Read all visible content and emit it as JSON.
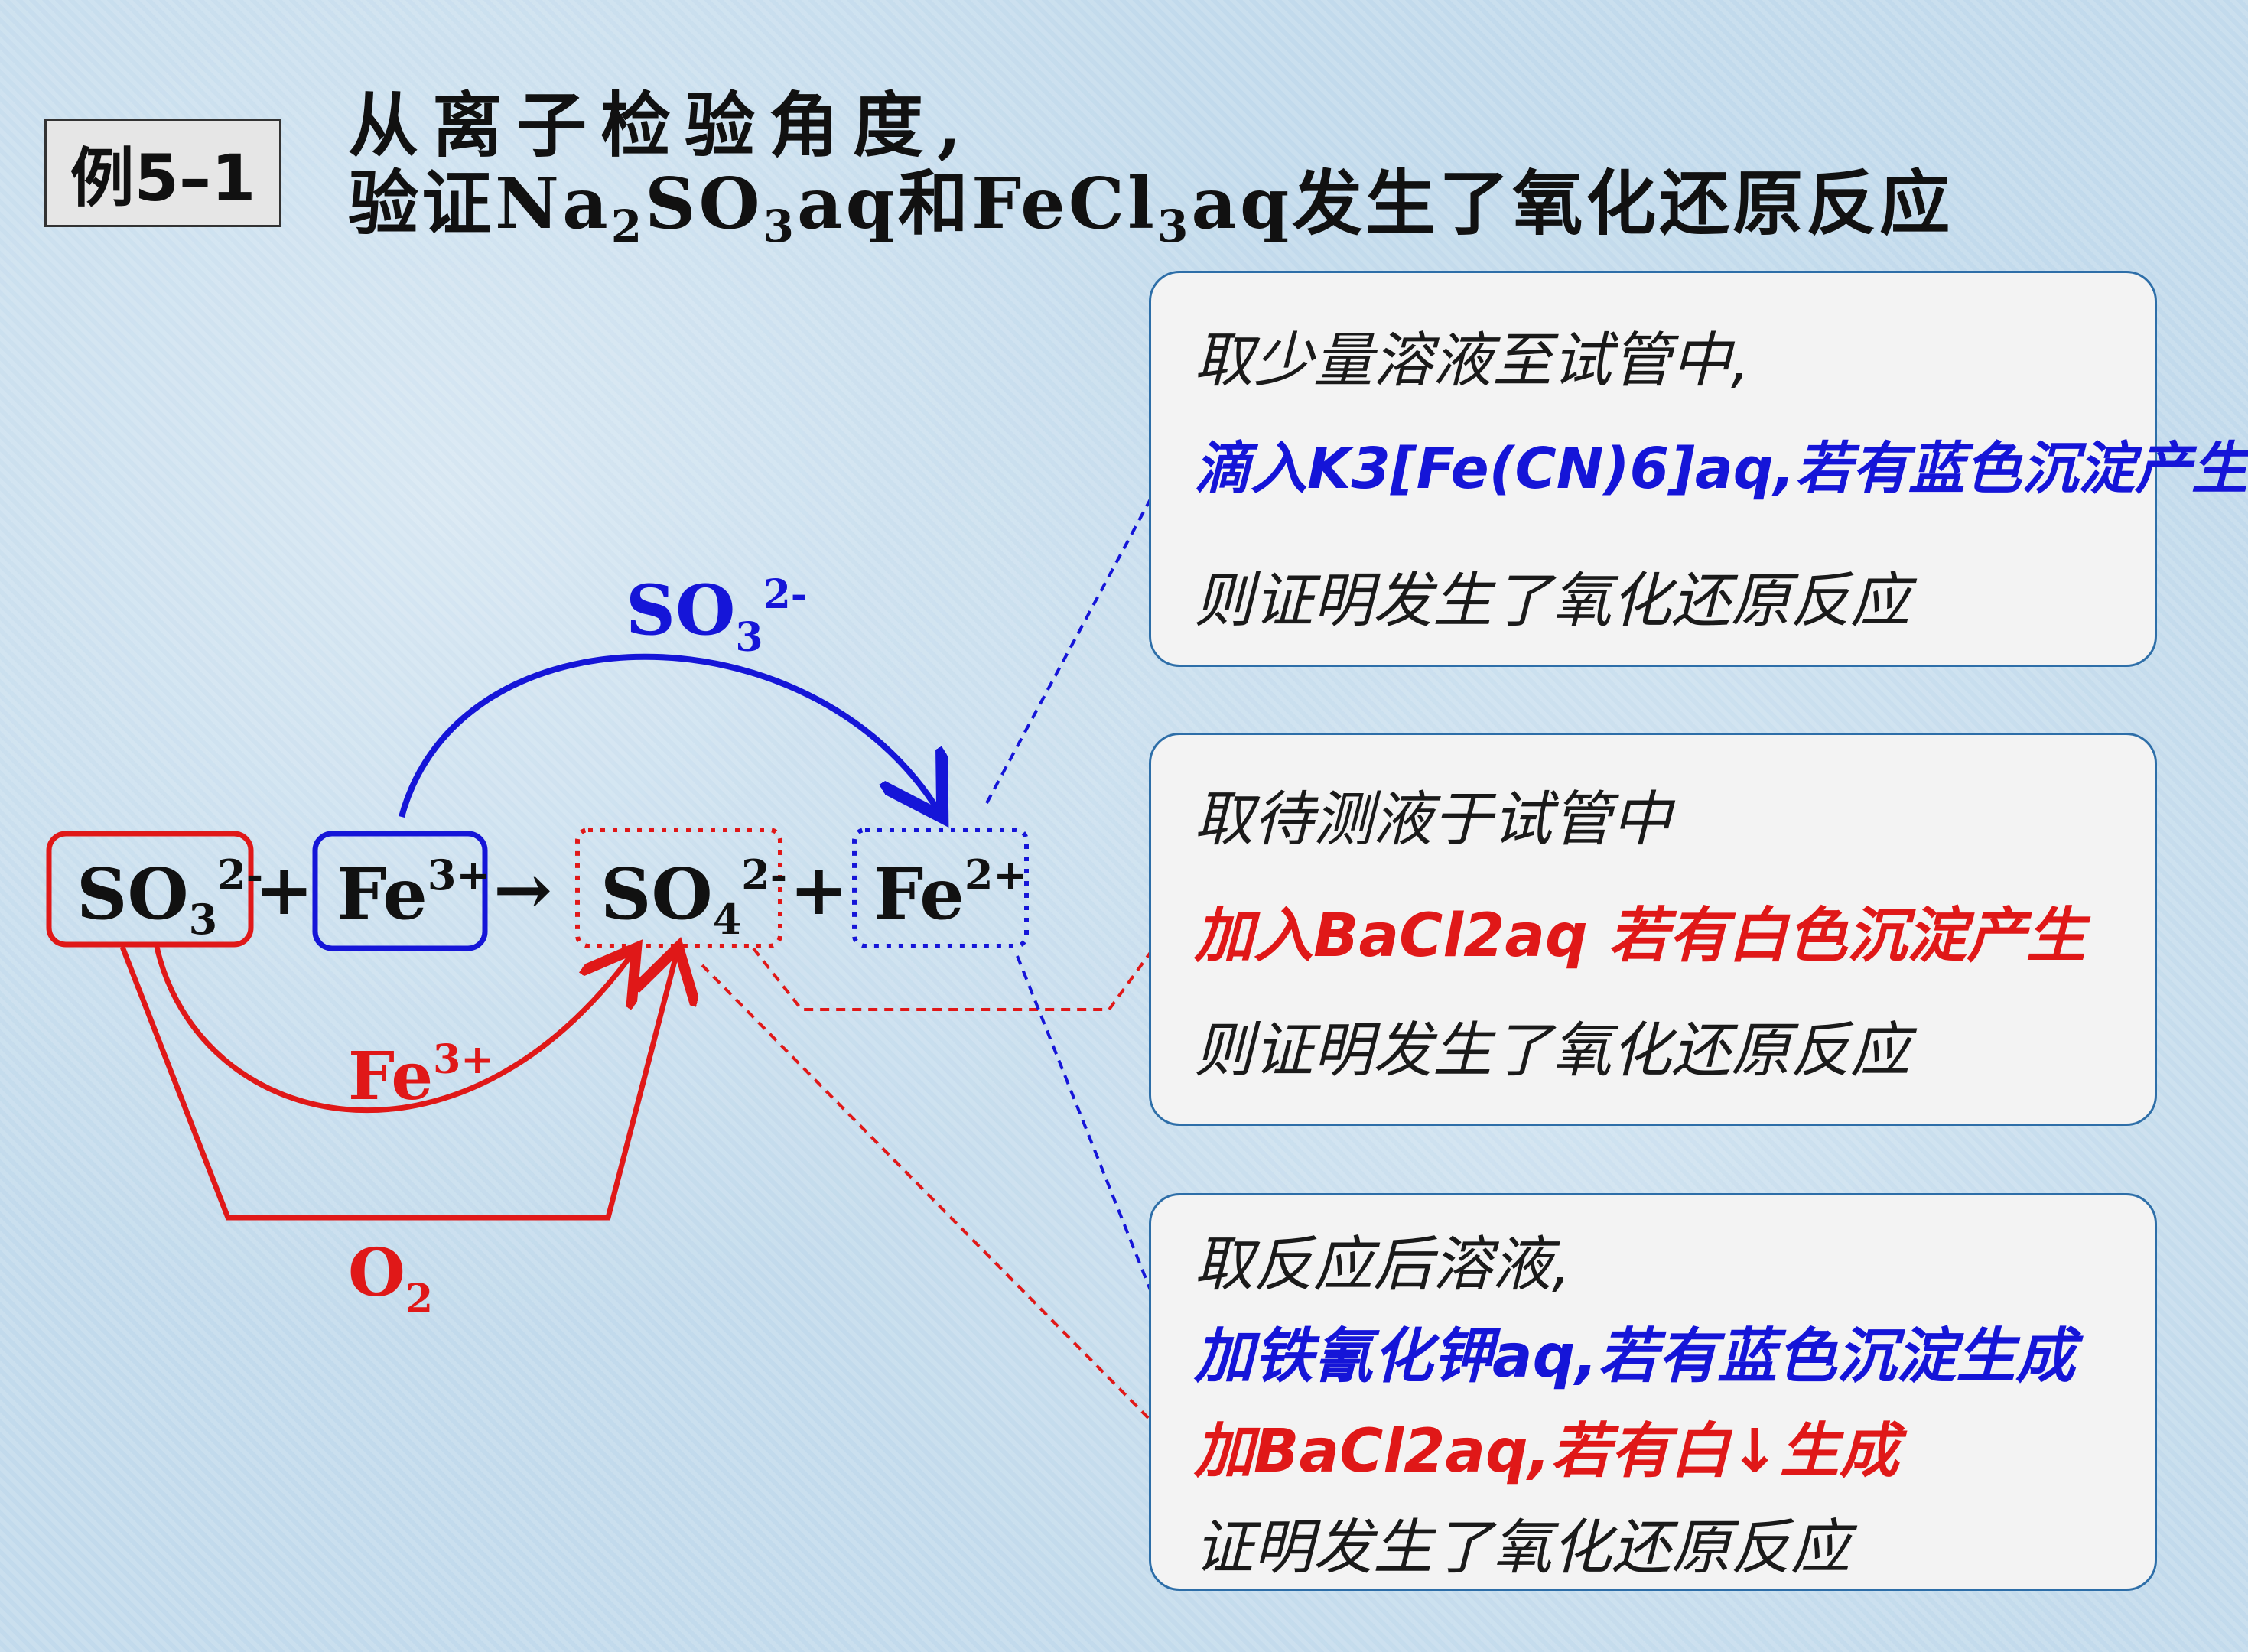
{
  "header": {
    "badge": "例5–1",
    "title_line1": "从离子检验角度,",
    "title_line2": {
      "p1": "验证Na",
      "s1": "2",
      "p2": "SO",
      "s2": "3",
      "p3": "aq和FeCl",
      "s3": "3",
      "p4": "aq发生了氧化还原反应"
    }
  },
  "equation": {
    "r1": {
      "base": "SO",
      "sub": "3",
      "sup": "2-"
    },
    "plus1": "+",
    "r2": {
      "base": "Fe",
      "sup": "3+"
    },
    "arrow": "→",
    "p1": {
      "base": "SO",
      "sub": "4",
      "sup": "2-"
    },
    "plus2": "+",
    "p2": {
      "base": "Fe",
      "sup": "2+"
    }
  },
  "arc_labels": {
    "top": {
      "base": "SO",
      "sub": "3",
      "sup": "2-"
    },
    "middle": {
      "base": "Fe",
      "sup": "3+"
    },
    "bottom": {
      "base": "O",
      "sub": "2"
    }
  },
  "notes": [
    {
      "lines": [
        {
          "text": "取少量溶液至试管中,",
          "color": "#1a1a1a"
        },
        {
          "text": "滴入K3[Fe(CN)6]aq,若有蓝色沉淀产生",
          "color": "#1515d8"
        },
        {
          "text": "则证明发生了氧化还原反应",
          "color": "#1a1a1a"
        }
      ]
    },
    {
      "lines": [
        {
          "text": "取待测液于试管中",
          "color": "#1a1a1a"
        },
        {
          "text": "加入BaCl2aq 若有白色沉淀产生",
          "color": "#e01818"
        },
        {
          "text": "则证明发生了氧化还原反应",
          "color": "#1a1a1a"
        }
      ]
    },
    {
      "lines": [
        {
          "text": "取反应后溶液,",
          "color": "#1a1a1a"
        },
        {
          "text": "加铁氰化钾aq,若有蓝色沉淀生成",
          "color": "#1515d8"
        },
        {
          "text": "加BaCl2aq,若有白↓生成",
          "color": "#e01818"
        },
        {
          "text": "证明发生了氧化还原反应",
          "color": "#1a1a1a"
        }
      ]
    }
  ],
  "colors": {
    "blue": "#1515d8",
    "red": "#e01818",
    "note_border": "#2d6ea8"
  }
}
